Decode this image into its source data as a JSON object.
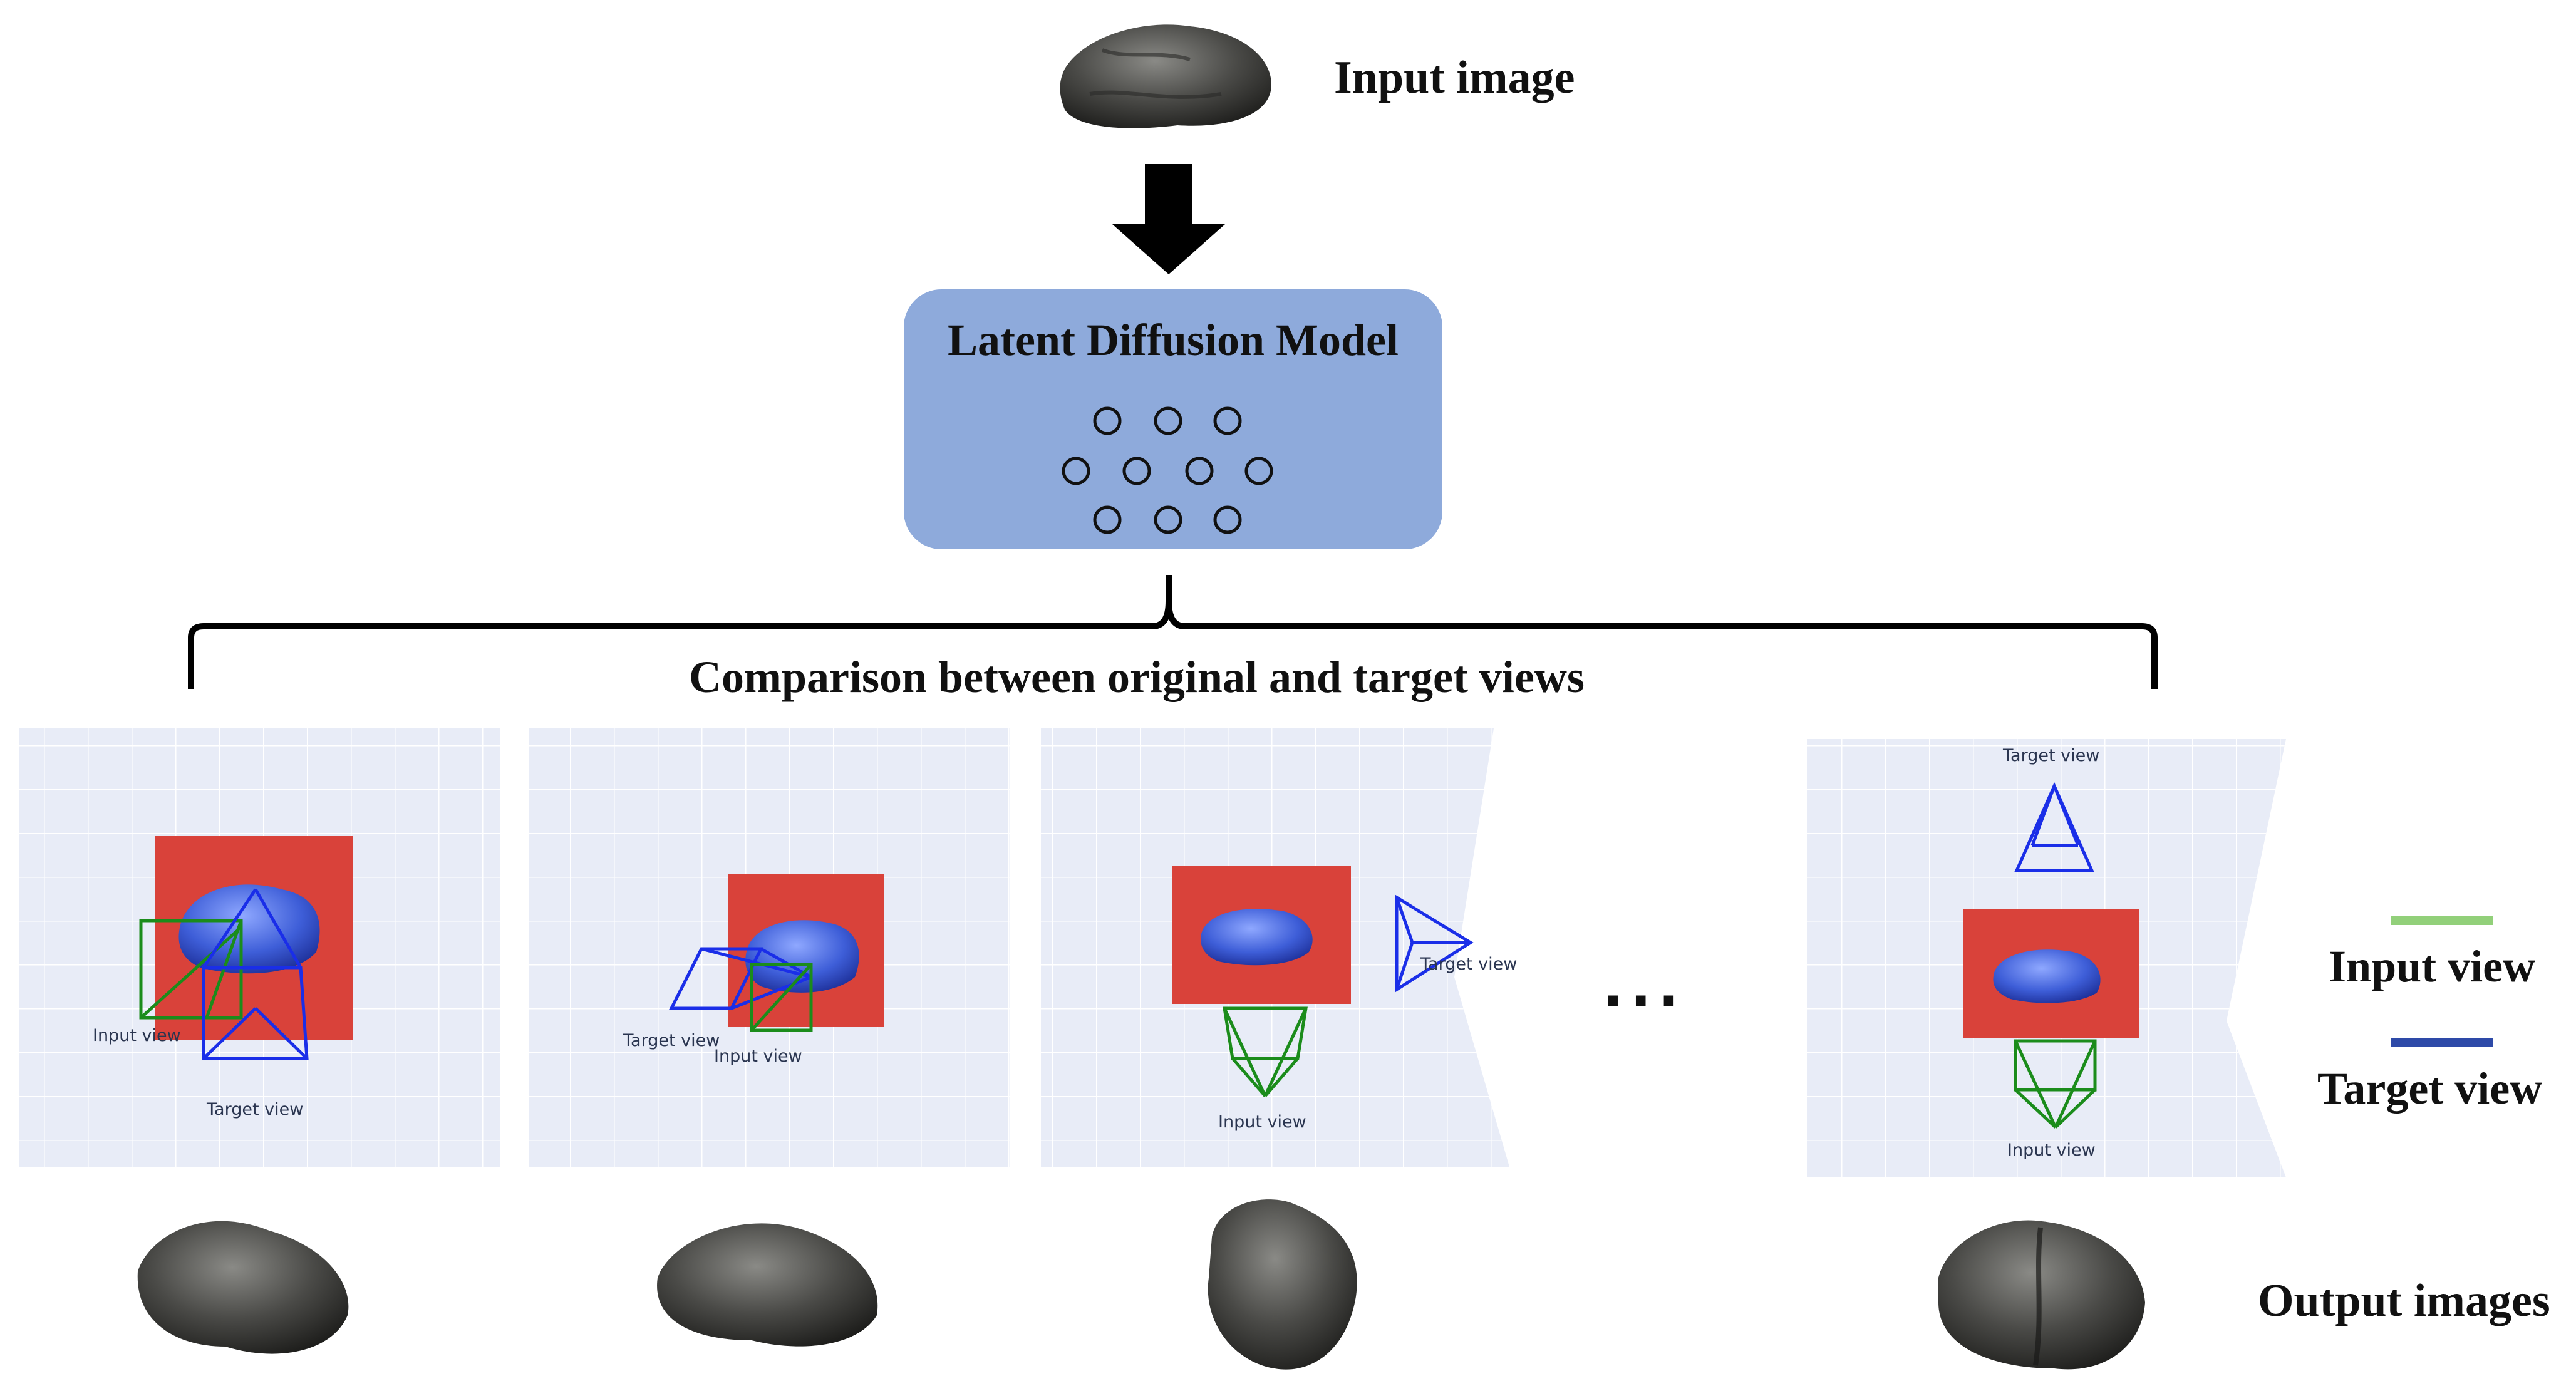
{
  "input_image": {
    "label": "Input image"
  },
  "model": {
    "title": "Latent Diffusion Model",
    "icon": "neural-network-icon"
  },
  "comparison": {
    "label": "Comparison between original and target views"
  },
  "panels": [
    {
      "input_view_label": "Input view",
      "target_view_label": "Target view"
    },
    {
      "input_view_label": "Input view",
      "target_view_label": "Target view"
    },
    {
      "input_view_label": "Input view",
      "target_view_label": "Target view"
    },
    {
      "input_view_label": "Input view",
      "target_view_label": "Target view"
    }
  ],
  "ellipsis": "...",
  "legend": {
    "input_view": {
      "label": "Input view",
      "color": "#92d07a"
    },
    "target_view": {
      "label": "Target view",
      "color": "#2e4aa8"
    }
  },
  "output_images": {
    "label": "Output images"
  },
  "colors": {
    "model_box": "#8eaadb",
    "plane": "#d9423a",
    "rock_mesh": "#3e5ed8",
    "input_camera": "#2e9a2e",
    "target_camera": "#1a2ee8",
    "grid_bg": "#e8ecf7"
  }
}
